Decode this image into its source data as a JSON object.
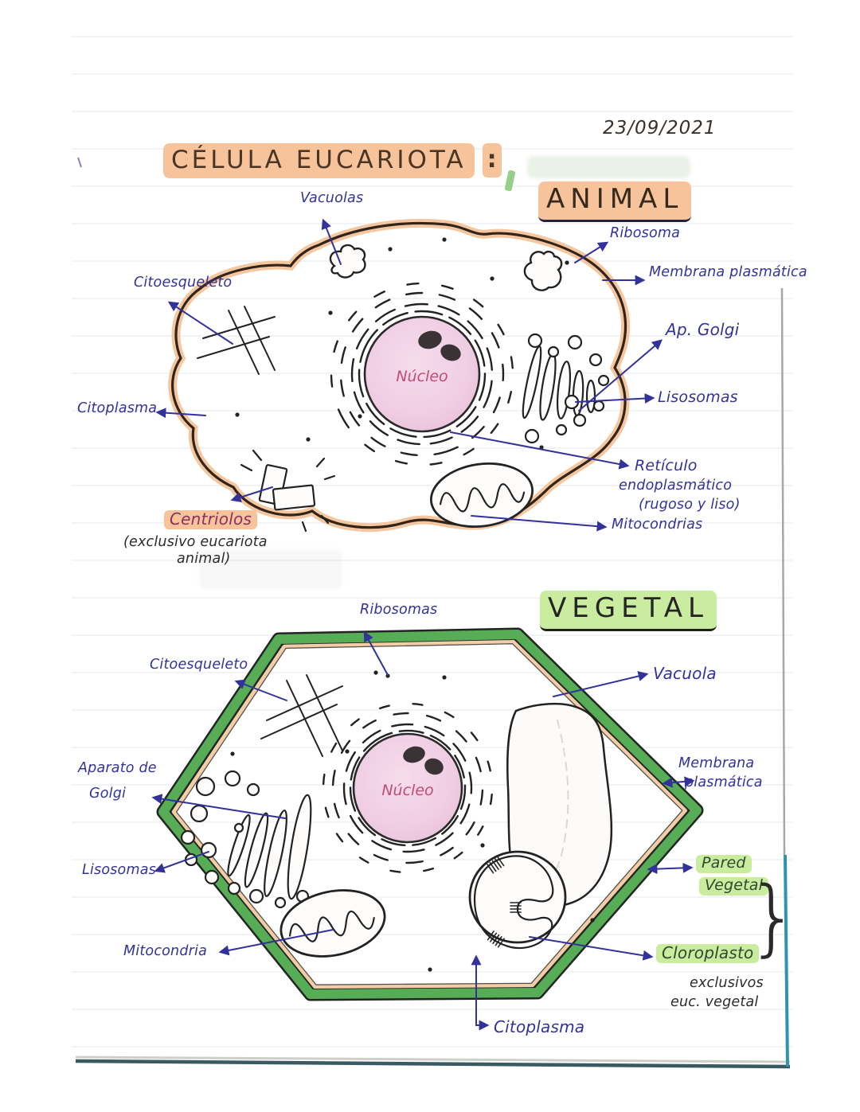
{
  "page": {
    "date": "23/09/2021",
    "title": "CÉLULA EUCARIOTA",
    "title_punct": ":"
  },
  "animal": {
    "heading": "ANIMAL",
    "nucleus_label": "Núcleo",
    "labels": {
      "vacuolas": "Vacuolas",
      "ribosoma": "Ribosoma",
      "membrana_plasmatica": "Membrana plasmática",
      "ap_golgi": "Ap. Golgi",
      "lisosomas": "Lisosomas",
      "reticulo_line1": "Retículo",
      "reticulo_line2": "endoplasmático",
      "reticulo_line3": "(rugoso y liso)",
      "mitocondrias": "Mitocondrias",
      "citoesqueleto": "Citoesqueleto",
      "citoplasma": "Citoplasma",
      "centriolos": "Centriolos",
      "centriolos_note_line1": "(exclusivo eucariota",
      "centriolos_note_line2": "animal)"
    }
  },
  "vegetal": {
    "heading": "VEGETAL",
    "nucleus_label": "Núcleo",
    "labels": {
      "ribosomas": "Ribosomas",
      "citoesqueleto": "Citoesqueleto",
      "aparato_golgi_line1": "Aparato de",
      "aparato_golgi_line2": "Golgi",
      "lisosomas": "Lisosomas",
      "mitocondria": "Mitocondria",
      "vacuola": "Vacuola",
      "membrana_line1": "Membrana",
      "membrana_line2": "plasmática",
      "pared_line1": "Pared",
      "pared_line2": "Vegetal",
      "cloroplasto": "Cloroplasto",
      "exclusivos_line1": "exclusivos",
      "exclusivos_line2": "euc. vegetal",
      "citoplasma": "Citoplasma",
      "brace": "}"
    }
  },
  "colors": {
    "ink_blue": "#32329a",
    "ink_black": "#2b2b2b",
    "title_brown": "#4b3626",
    "highlight_orange": "#f6c39a",
    "highlight_green": "#c9ec9f",
    "cell_membrane_orange": "#f2bd8f",
    "cell_wall_green": "#56ad56",
    "nucleus_pink": "#f0cfe4",
    "nucleus_text_red": "#c34b74",
    "centriolos_text": "#8c3060",
    "page_edge_teal": "#2f93ad"
  }
}
